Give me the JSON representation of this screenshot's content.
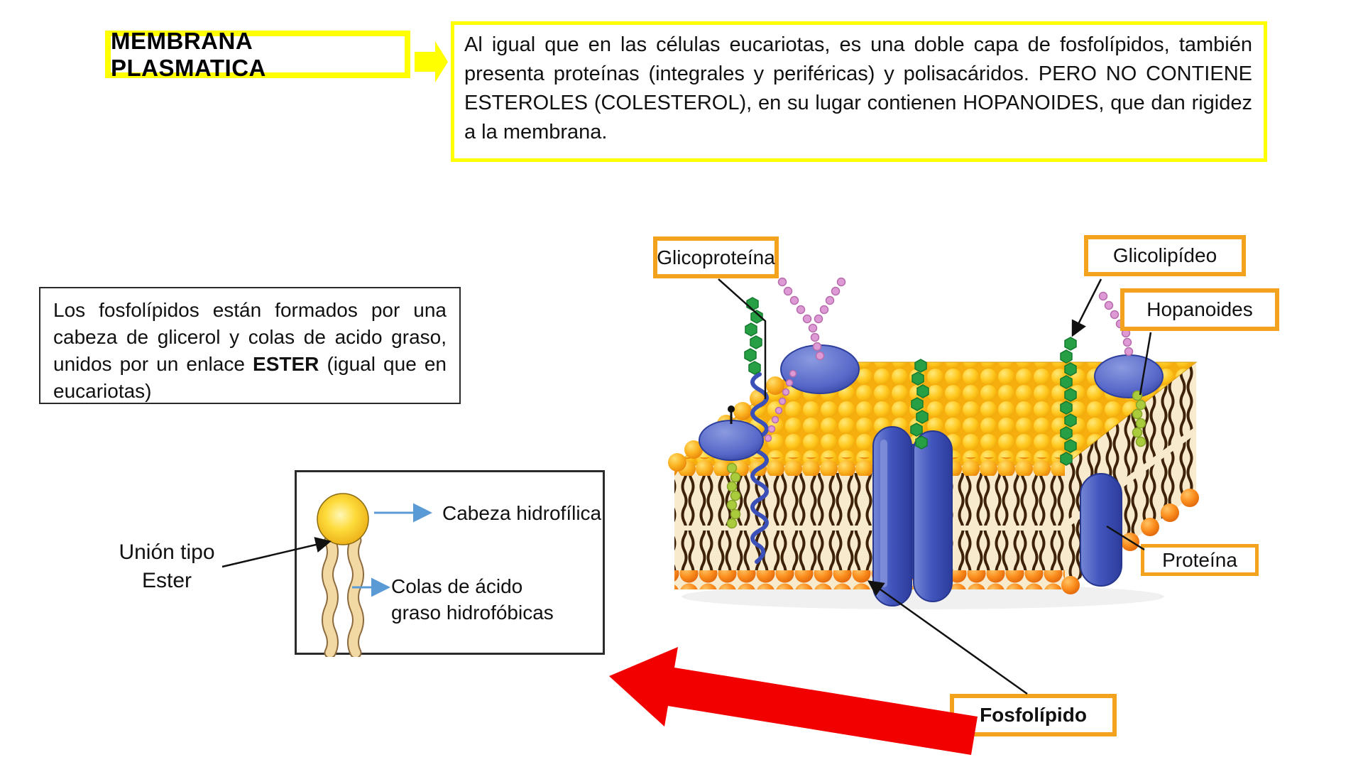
{
  "title_box": {
    "label": "MEMBRANA PLASMATICA"
  },
  "description_box": {
    "text": "Al igual que en las células eucariotas, es una doble capa de fosfolípidos, también presenta proteínas (integrales y periféricas) y polisacáridos. PERO NO CONTIENE ESTEROLES (COLESTEROL), en su lugar contienen HOPANOIDES, que dan rigidez a la membrana."
  },
  "note_box": {
    "text_before": "Los fosfolípidos están formados por una cabeza de glicerol y  colas de acido graso, unidos por un enlace ",
    "bold_word": "ESTER",
    "text_after": " (igual que en eucariotas)"
  },
  "phospholipid_figure": {
    "union_label_line1": "Unión tipo",
    "union_label_line2": "Ester",
    "head_label": "Cabeza hidrofílica",
    "tails_label_line1": "Colas de ácido",
    "tails_label_line2": "graso hidrofóbicas"
  },
  "membrane_labels": {
    "glycoprotein": "Glicoproteína",
    "glycolipid": "Glicolipídeo",
    "hopanoids": "Hopanoides",
    "protein": "Proteína",
    "phospholipid": "Fosfolípido"
  },
  "colors": {
    "accent_yellow": "#FFFF00",
    "label_border_orange": "#F2A21C",
    "red_arrow": "#F20000",
    "blue_arrow": "#5B9BD5"
  }
}
